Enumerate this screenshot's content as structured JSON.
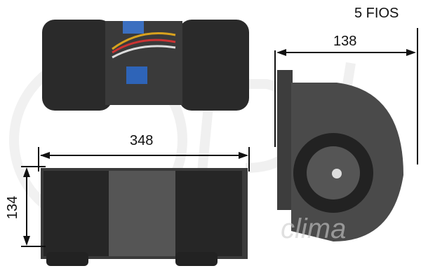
{
  "labels": {
    "wires": "5 FIOS",
    "depth": "138",
    "length": "348",
    "height": "134"
  },
  "watermark": "rpl clima"
}
